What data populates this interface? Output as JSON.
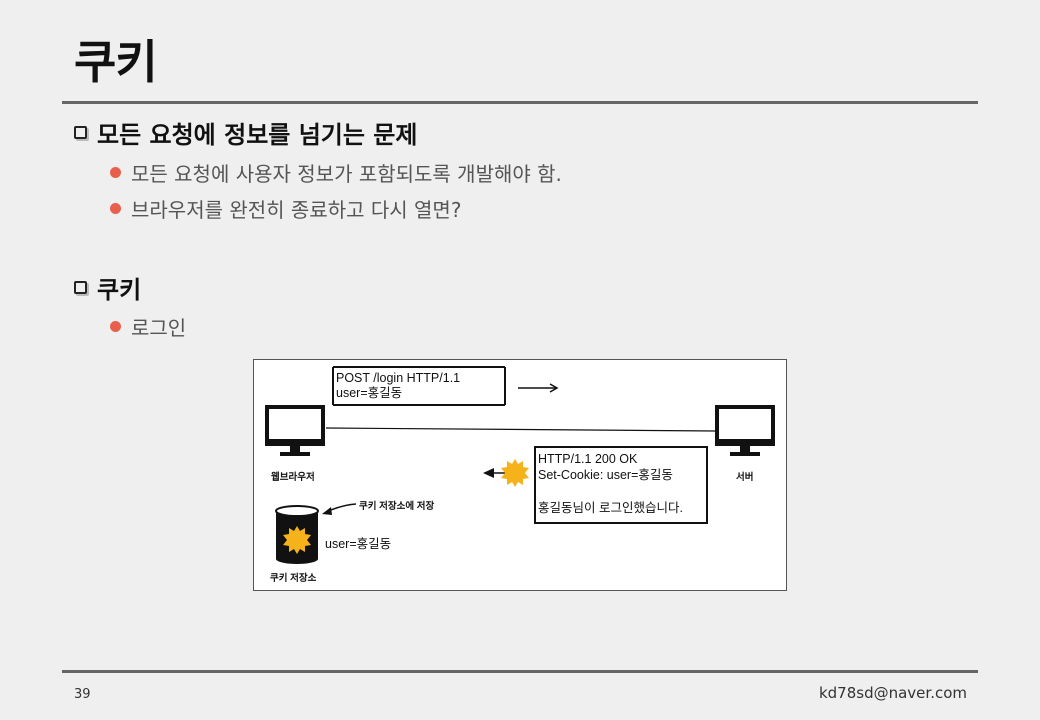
{
  "title": "쿠키",
  "section1": {
    "heading": "모든 요청에 정보를 넘기는 문제",
    "bullets": [
      "모든 요청에 사용자 정보가 포함되도록 개발해야 함.",
      "브라우저를 완전히 종료하고 다시 열면?"
    ]
  },
  "section2": {
    "heading": "쿠키",
    "bullets": [
      "로그인"
    ]
  },
  "diagram": {
    "request_line1": "POST /login HTTP/1.1",
    "request_line2": "user=홍길동",
    "response_line1": "HTTP/1.1 200 OK",
    "response_line2": "Set-Cookie: user=홍길동",
    "response_line3": "홍길동님이 로그인했습니다.",
    "client_label": "웹브라우저",
    "server_label": "서버",
    "store_note": "쿠키 저장소에 저장",
    "cookie_value": "user=홍길동",
    "store_label": "쿠키 저장소"
  },
  "footer": {
    "page_number": "39",
    "email": "kd78sd@naver.com"
  },
  "colors": {
    "background": "#efefef",
    "bullet_dot": "#e8604c",
    "cookie_sun": "#f5b21a",
    "rule": "#666666"
  }
}
